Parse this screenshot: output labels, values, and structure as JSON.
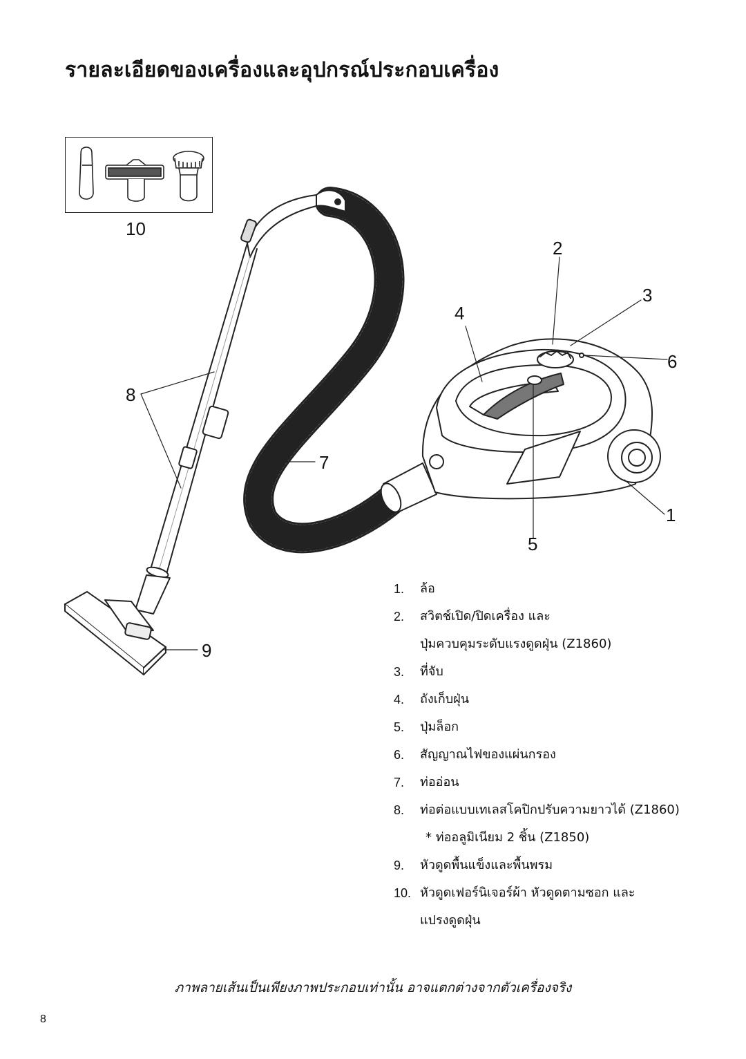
{
  "page": {
    "title": "รายละเอียดของเครื่องและอุปกรณ์ประกอบเครื่อง",
    "caption": "ภาพลายเส้นเป็นเพียงภาพประกอบเท่านั้น อาจแตกต่างจากตัวเครื่องจริง",
    "page_number": "8"
  },
  "callouts": [
    "1",
    "2",
    "3",
    "4",
    "5",
    "6",
    "7",
    "8",
    "9",
    "10"
  ],
  "parts": [
    {
      "num": "1.",
      "text": "ล้อ"
    },
    {
      "num": "2.",
      "text": "สวิตช์เปิด/ปิดเครื่อง และ",
      "note": "ปุ่มควบคุมระดับแรงดูดฝุ่น (Z1860)"
    },
    {
      "num": "3.",
      "text": "ที่จับ"
    },
    {
      "num": "4.",
      "text": "ถังเก็บฝุ่น"
    },
    {
      "num": "5.",
      "text": "ปุ่มล็อก"
    },
    {
      "num": "6.",
      "text": "สัญญาณไฟของแผ่นกรอง"
    },
    {
      "num": "7.",
      "text": "ท่ออ่อน"
    },
    {
      "num": "8.",
      "text": "ท่อต่อแบบเทเลสโคปิกปรับความยาวได้ (Z1860)",
      "note": "* ท่ออลูมิเนียม 2 ชิ้น (Z1850)"
    },
    {
      "num": "9.",
      "text": "หัวดูดพื้นแข็งและพื้นพรม"
    },
    {
      "num": "10.",
      "text": "หัวดูดเฟอร์นิเจอร์ผ้า หัวดูดตามซอก และ",
      "note": "แปรงดูดฝุ่น"
    }
  ]
}
